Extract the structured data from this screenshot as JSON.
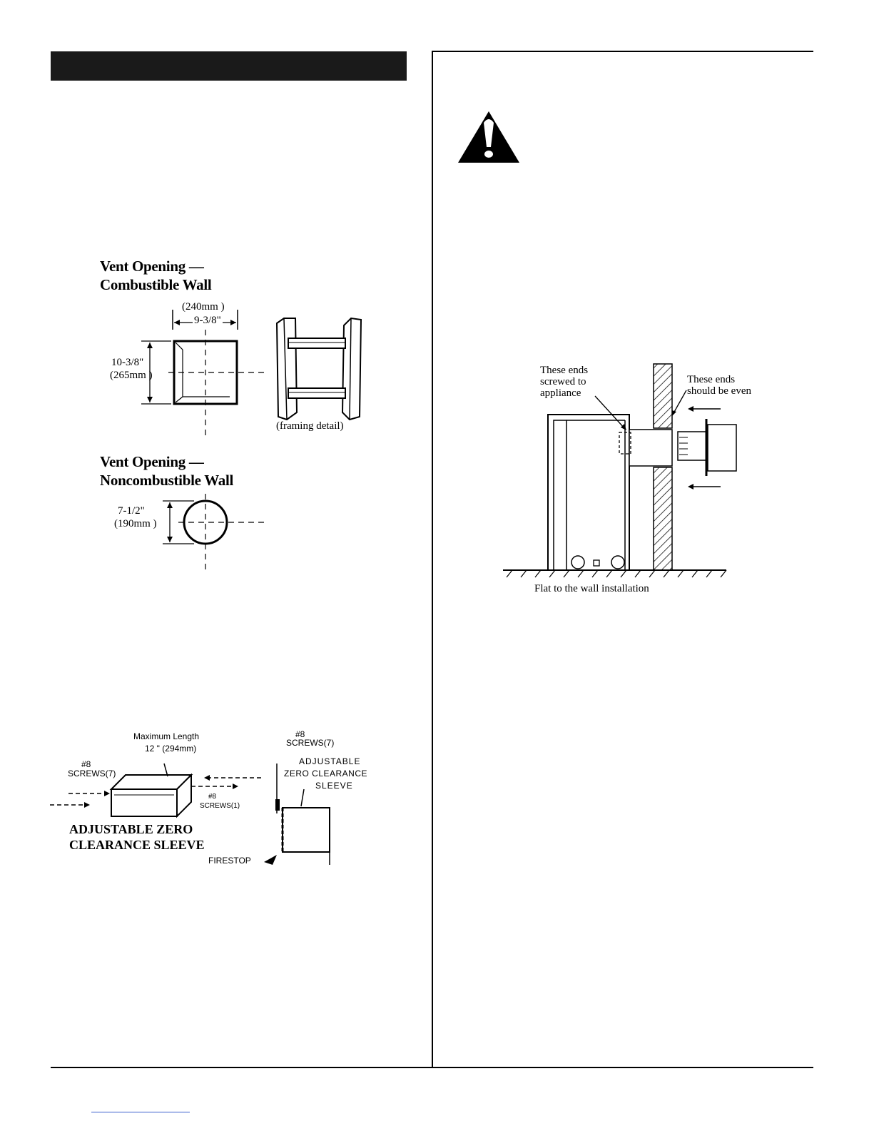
{
  "combustible": {
    "heading_line1": "Vent Opening —",
    "heading_line2": "Combustible Wall",
    "width_mm": "(240mm )",
    "width_in": "9-3/8\"",
    "height_in": "10-3/8\"",
    "height_mm": "(265mm )",
    "framing_caption": "(framing detail)"
  },
  "noncombustible": {
    "heading_line1": "Vent Opening —",
    "heading_line2": "Noncombustible Wall",
    "dia_in": "7-1/2\"",
    "dia_mm": "(190mm )"
  },
  "sleeve": {
    "max_length_label": "Maximum Length",
    "max_length_value": "12 \" (294mm)",
    "screws_left_1": "#8",
    "screws_left_2": "SCREWS(7)",
    "screws_right_1": "#8",
    "screws_right_2": "SCREWS(1)",
    "title_line1": "ADJUSTABLE ZERO",
    "title_line2": "CLEARANCE SLEEVE",
    "side_screws_1": "#8",
    "side_screws_2": "SCREWS(7)",
    "side_label_1": "ADJUSTABLE",
    "side_label_2": "ZERO CLEARANCE",
    "side_label_3": "SLEEVE",
    "firestop": "FIRESTOP"
  },
  "install": {
    "left_note_1": "These ends",
    "left_note_2": "screwed to",
    "left_note_3": "appliance",
    "right_note_1": "These ends",
    "right_note_2": "should be even",
    "caption": "Flat to the wall installation"
  },
  "icons": {
    "warning": "warning-triangle-icon"
  }
}
